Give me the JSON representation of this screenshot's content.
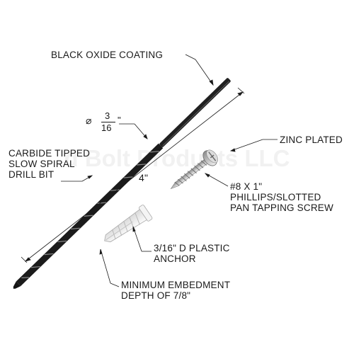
{
  "watermark": "d Bolt Products LLC",
  "labels": {
    "coating": "BLACK OXIDE COATING",
    "drill_bit": [
      "CARBIDE TIPPED",
      "SLOW SPIRAL",
      "DRILL BIT"
    ],
    "zinc": "ZINC PLATED",
    "screw": [
      "#8 X 1\"",
      "PHILLIPS/SLOTTED",
      "PAN TAPPING SCREW"
    ],
    "anchor": [
      "3/16\" D PLASTIC",
      "ANCHOR"
    ],
    "embedment": [
      "MINIMUM EMBEDMENT",
      "DEPTH OF 7/8\""
    ],
    "length": "4\"",
    "diameter": {
      "symbol": "⌀",
      "numerator": "3",
      "denominator": "16",
      "unit": "\""
    }
  },
  "colors": {
    "ink": "#1a1a1a",
    "drill": "#1e1e1e",
    "screw": "#c9c9c9",
    "anchor": "#ededed"
  }
}
